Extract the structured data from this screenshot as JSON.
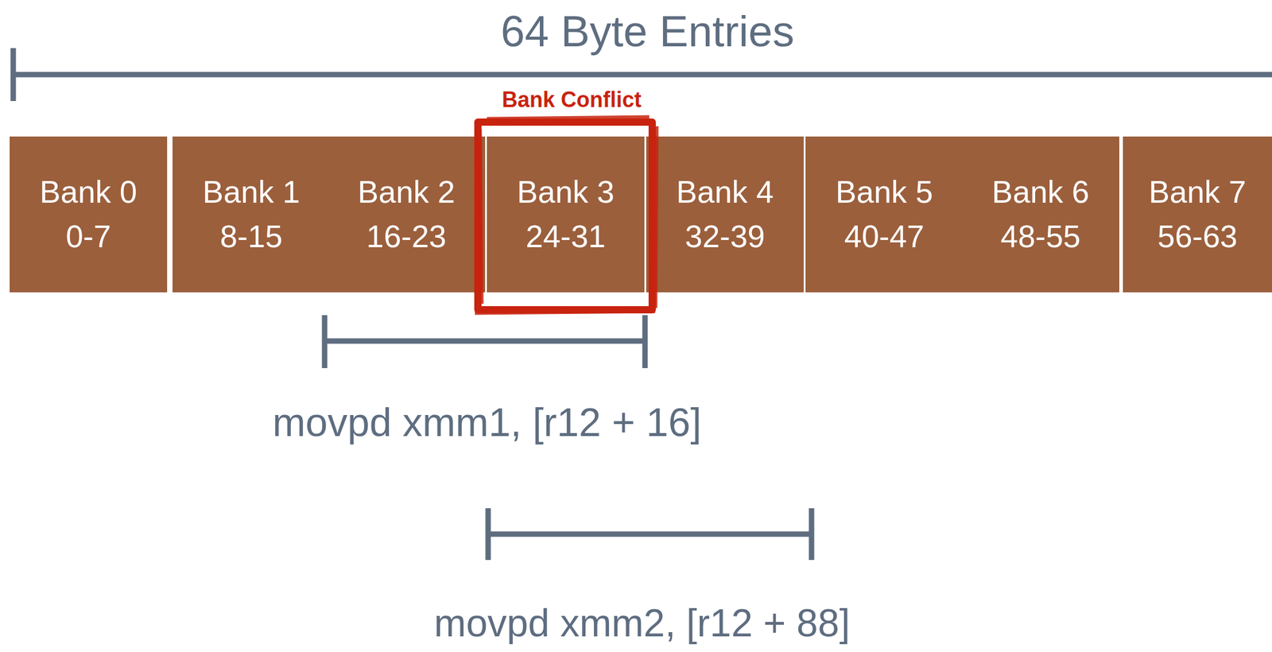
{
  "diagram": {
    "title": "64 Byte Entries",
    "nodes": [
      {
        "text": [
          "Bank 0",
          "0-7"
        ]
      },
      {
        "text": [
          "Bank 1",
          "8-15"
        ]
      },
      {
        "text": [
          "Bank 2",
          "16-23"
        ]
      },
      {
        "text": [
          "Bank 3",
          "24-31"
        ]
      },
      {
        "text": [
          "Bank 4",
          "32-39"
        ]
      },
      {
        "text": [
          "Bank 5",
          "40-47"
        ]
      },
      {
        "text": [
          "Bank 6",
          "48-55"
        ]
      },
      {
        "text": [
          "Bank 7",
          "56-63"
        ]
      }
    ],
    "labels": [
      "Bank Conflict",
      "movpd xmm1, [r12 + 16]",
      "movpd xmm2, [r12 + 88]"
    ]
  }
}
